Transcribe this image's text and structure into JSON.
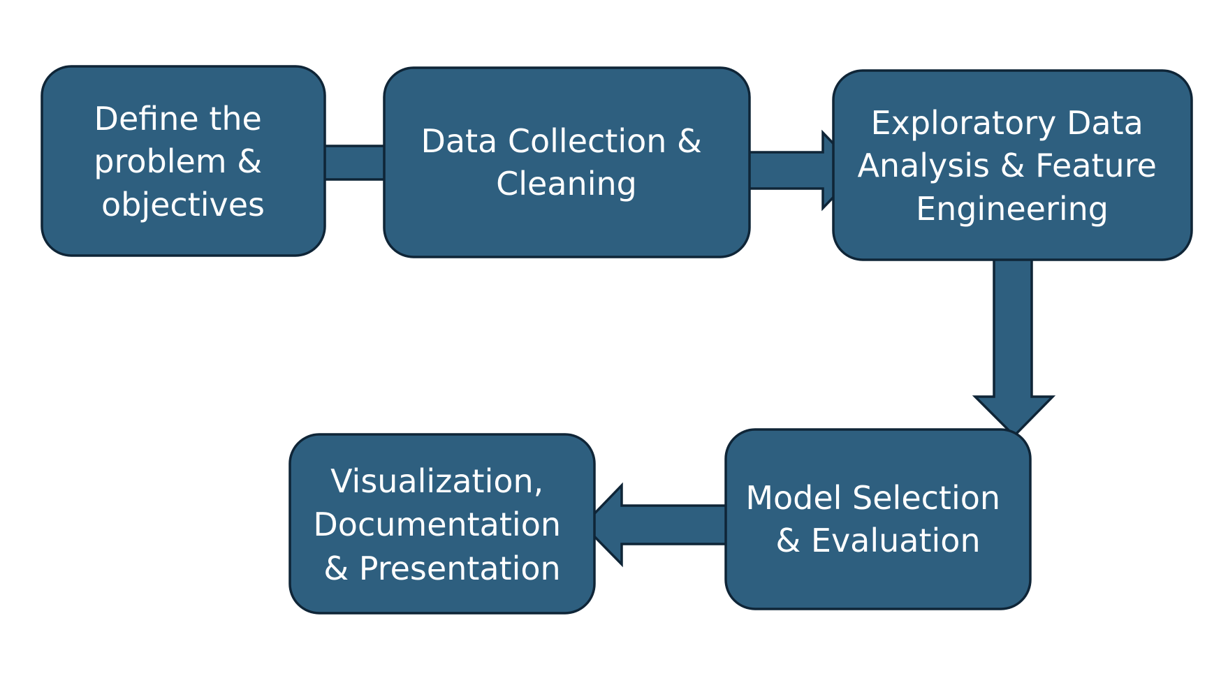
{
  "diagram": {
    "colors": {
      "box_fill": "#2e5f7f",
      "box_stroke": "#0f2537",
      "text": "#ffffff",
      "background": "#ffffff"
    },
    "steps": [
      {
        "lines": [
          "Define the",
          "problem &",
          "objectives"
        ]
      },
      {
        "lines": [
          "Data Collection &",
          "Cleaning"
        ]
      },
      {
        "lines": [
          "Exploratory Data",
          "Analysis & Feature",
          "Engineering"
        ]
      },
      {
        "lines": [
          "Model Selection",
          "& Evaluation"
        ]
      },
      {
        "lines": [
          "Visualization,",
          "Documentation",
          "& Presentation"
        ]
      }
    ]
  }
}
